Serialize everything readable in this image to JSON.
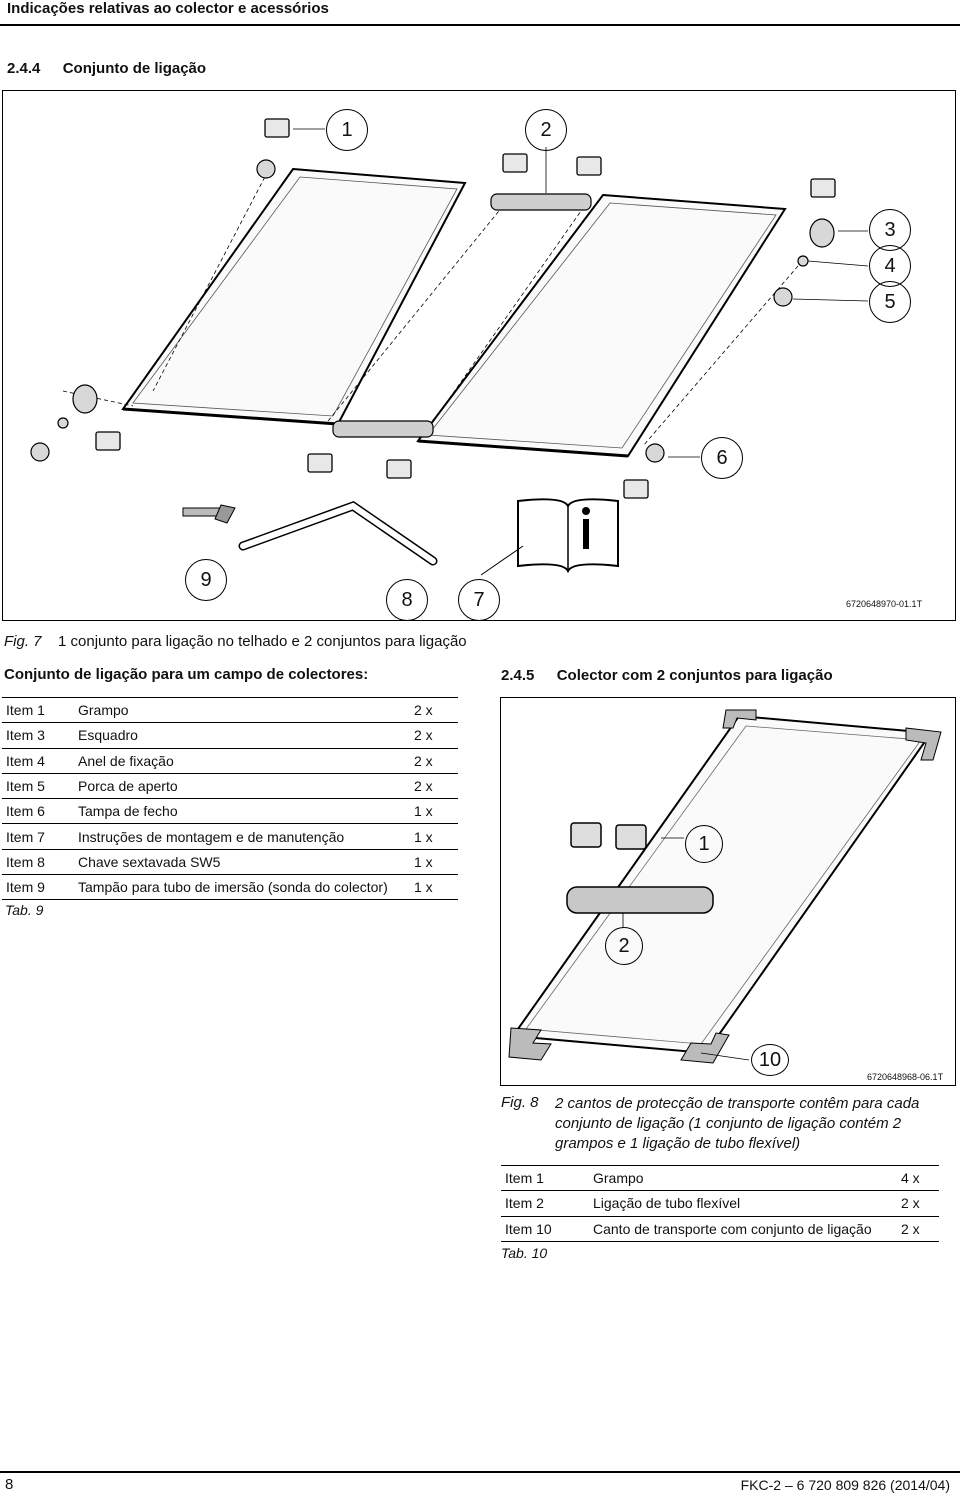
{
  "header": {
    "title": "Indicações relativas ao colector e acessórios"
  },
  "section_244": {
    "number": "2.4.4",
    "title": "Conjunto de ligação"
  },
  "figure7": {
    "callouts": [
      "1",
      "2",
      "3",
      "4",
      "5",
      "6",
      "7",
      "8",
      "9"
    ],
    "code": "6720648970-01.1T",
    "caption_label": "Fig. 7",
    "caption_text": "1 conjunto para ligação no telhado e 2 conjuntos para ligação"
  },
  "table9": {
    "heading": "Conjunto de ligação para um campo de colectores:",
    "rows": [
      {
        "item": "Item 1",
        "desc": "Grampo",
        "qty": "2 x"
      },
      {
        "item": "Item 3",
        "desc": "Esquadro",
        "qty": "2 x"
      },
      {
        "item": "Item 4",
        "desc": "Anel de fixação",
        "qty": "2 x"
      },
      {
        "item": "Item 5",
        "desc": "Porca de aperto",
        "qty": "2 x"
      },
      {
        "item": "Item 6",
        "desc": "Tampa de fecho",
        "qty": "1 x"
      },
      {
        "item": "Item 7",
        "desc": "Instruções de montagem e de manutenção",
        "qty": "1 x"
      },
      {
        "item": "Item 8",
        "desc": "Chave sextavada SW5",
        "qty": "1 x"
      },
      {
        "item": "Item 9",
        "desc": "Tampão para tubo de imersão (sonda do colector)",
        "qty": "1 x"
      }
    ],
    "label": "Tab. 9"
  },
  "section_245": {
    "number": "2.4.5",
    "title": "Colector com 2 conjuntos para ligação"
  },
  "figure8": {
    "callouts": [
      "1",
      "2",
      "10"
    ],
    "code": "6720648968-06.1T",
    "caption_label": "Fig. 8",
    "caption_text": "2 cantos de protecção de transporte contêm para cada conjunto de ligação (1 conjunto de ligação contém 2 grampos e 1 ligação de tubo flexível)"
  },
  "table10": {
    "rows": [
      {
        "item": "Item 1",
        "desc": "Grampo",
        "qty": "4 x"
      },
      {
        "item": "Item 2",
        "desc": "Ligação de tubo flexível",
        "qty": "2 x"
      },
      {
        "item": "Item 10",
        "desc": "Canto de transporte com conjunto de ligação",
        "qty": "2 x"
      }
    ],
    "label": "Tab. 10"
  },
  "footer": {
    "page": "8",
    "doc": "FKC-2 – 6 720 809 826 (2014/04)"
  }
}
